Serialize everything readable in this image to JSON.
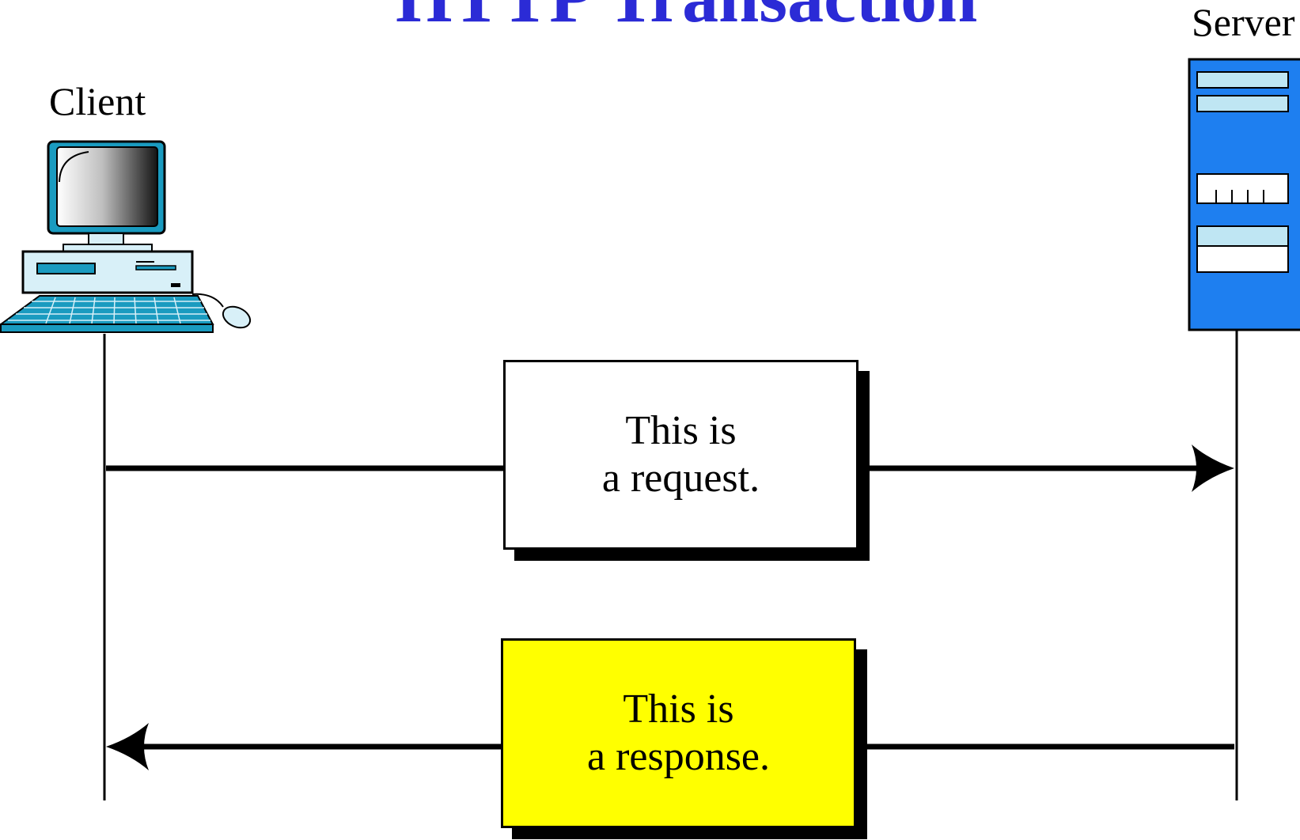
{
  "title": "HTTP Transaction",
  "actors": {
    "client": "Client",
    "server": "Server"
  },
  "messages": {
    "request": {
      "line1": "This is",
      "line2": "a request."
    },
    "response": {
      "line1": "This is",
      "line2": "a response."
    }
  },
  "colors": {
    "title": "#2b2bd6",
    "server_case": "#1e7ff0",
    "client_accent": "#1a9bc0",
    "client_body": "#d8f0f8",
    "response_box": "#ffff00",
    "request_box": "#ffffff"
  },
  "icons": {
    "client": "desktop-computer-icon",
    "server": "server-tower-icon"
  }
}
